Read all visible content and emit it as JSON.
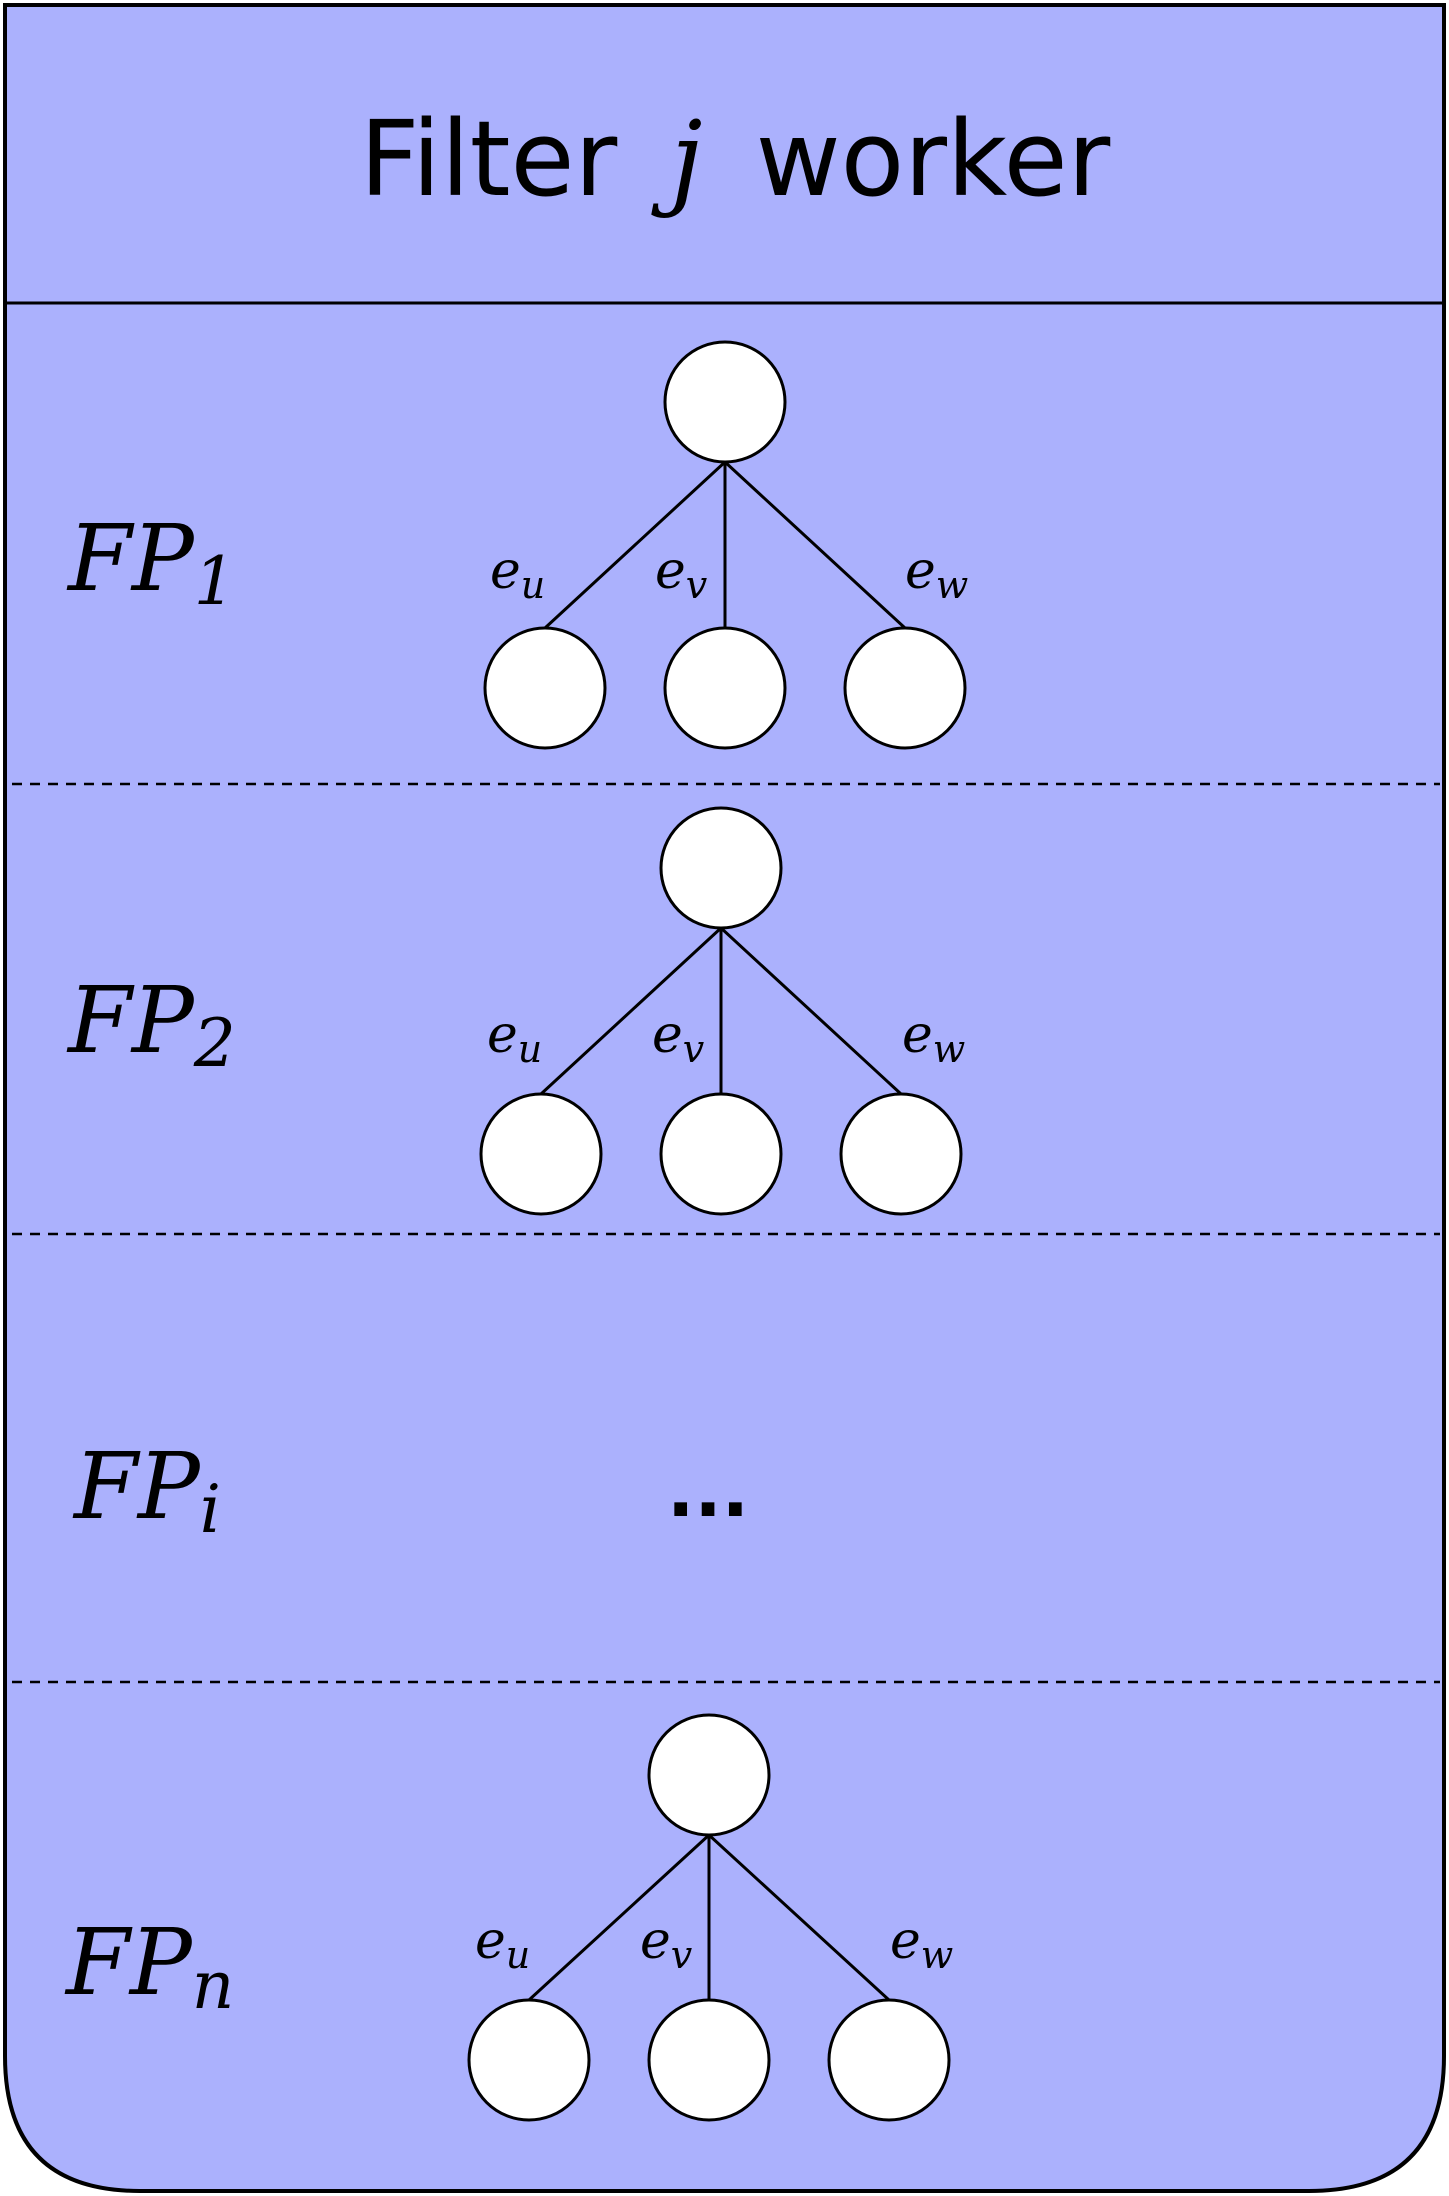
{
  "colors": {
    "panel_fill": "#abb1fd",
    "stroke": "#000000",
    "node_fill": "#ffffff"
  },
  "header": {
    "title_prefix": "Filter",
    "title_var": "j",
    "title_suffix": "worker"
  },
  "sections": [
    {
      "label": "FP",
      "subscript": "1",
      "has_tree": true,
      "edges": [
        {
          "label": "e",
          "subscript": "u"
        },
        {
          "label": "e",
          "subscript": "v"
        },
        {
          "label": "e",
          "subscript": "w"
        }
      ]
    },
    {
      "label": "FP",
      "subscript": "2",
      "has_tree": true,
      "edges": [
        {
          "label": "e",
          "subscript": "u"
        },
        {
          "label": "e",
          "subscript": "v"
        },
        {
          "label": "e",
          "subscript": "w"
        }
      ]
    },
    {
      "label": "FP",
      "subscript": "i",
      "has_tree": false,
      "placeholder": "..."
    },
    {
      "label": "FP",
      "subscript": "n",
      "has_tree": true,
      "edges": [
        {
          "label": "e",
          "subscript": "u"
        },
        {
          "label": "e",
          "subscript": "v"
        },
        {
          "label": "e",
          "subscript": "w"
        }
      ]
    }
  ]
}
